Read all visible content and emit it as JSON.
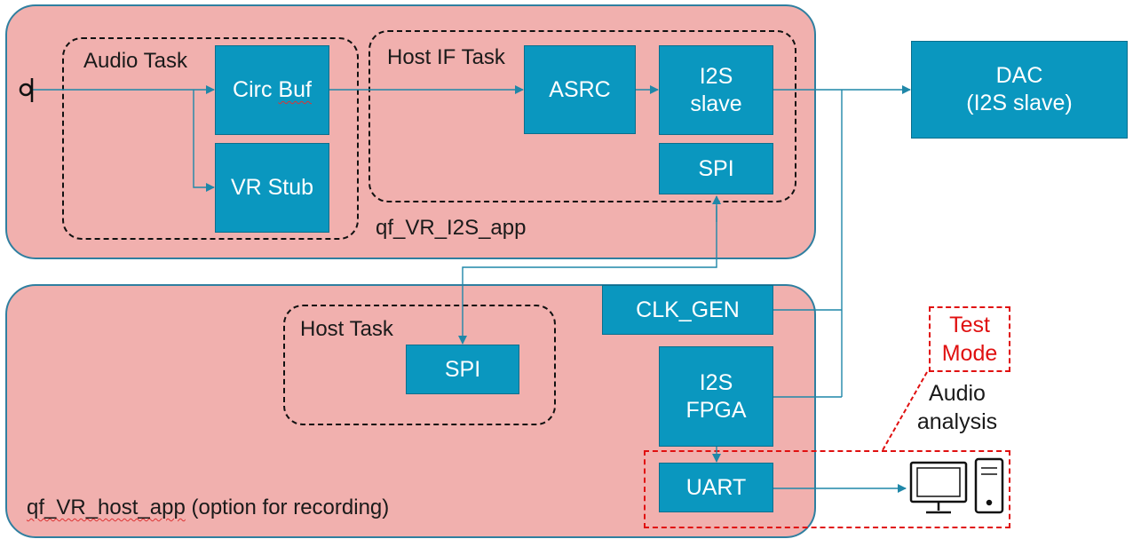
{
  "apps": {
    "vr_i2s_app": "qf_VR_I2S_app",
    "vr_host_app_name": "qf_VR_host_app",
    "vr_host_app_note": " (option for recording)"
  },
  "tasks": {
    "audio_task": "Audio Task",
    "host_if_task": "Host IF Task",
    "host_task": "Host Task"
  },
  "blocks": {
    "circ_buf_1": "Circ ",
    "circ_buf_2": "Buf",
    "vr_stub": "VR Stub",
    "asrc": "ASRC",
    "i2s_slave": "I2S\nslave",
    "spi_top": "SPI",
    "dac": "DAC\n(I2S slave)",
    "clk_gen": "CLK_GEN",
    "spi_host": "SPI",
    "i2s_fpga": "I2S\nFPGA",
    "uart": "UART"
  },
  "test_mode": "Test\nMode",
  "audio_analysis": "Audio\nanalysis",
  "colors": {
    "app_fill": "#f1b0ae",
    "block_fill": "#0a97bf",
    "wire": "#1f87a8",
    "test_mode": "#e01010"
  },
  "icons": [
    "microphone-icon",
    "monitor-icon",
    "pc-tower-icon"
  ]
}
